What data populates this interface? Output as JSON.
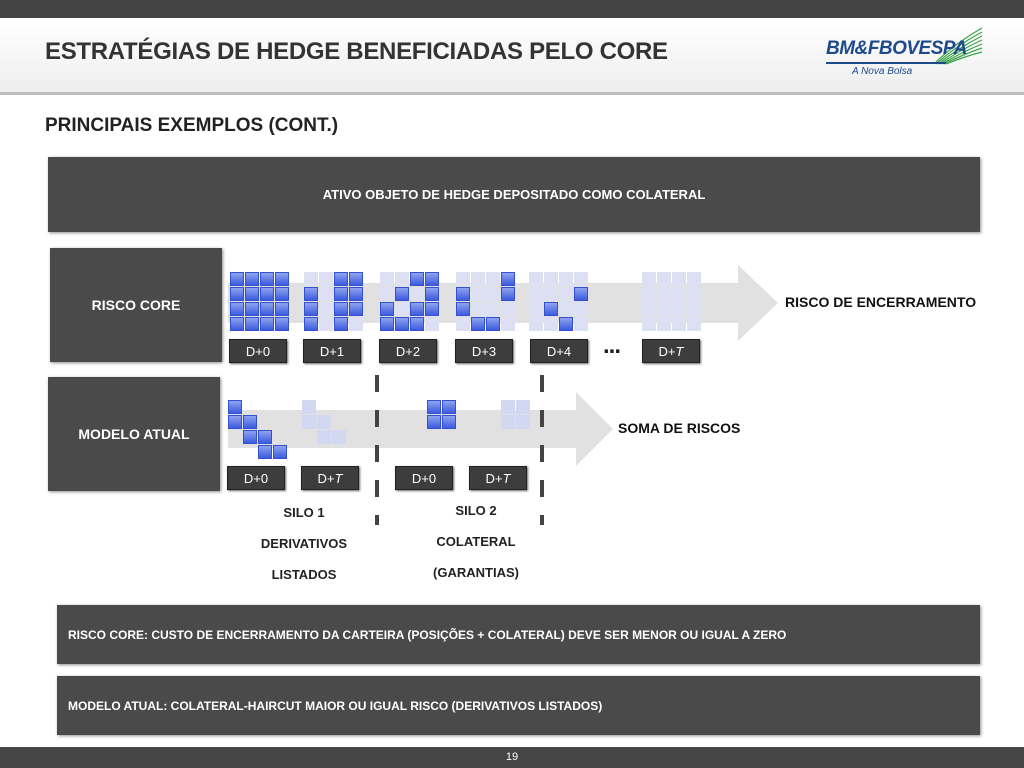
{
  "header": {
    "title": "ESTRATÉGIAS DE HEDGE BENEFICIADAS PELO CORE",
    "logo": {
      "name": "BM&FBOVESPA",
      "tagline": "A Nova Bolsa",
      "color": "#1e4a8c",
      "swoosh_color": "#3aa34a"
    }
  },
  "subtitle": "PRINCIPAIS EXEMPLOS (CONT.)",
  "banner": "ATIVO OBJETO DE HEDGE DEPOSITADO COMO COLATERAL",
  "core": {
    "label": "RISCO CORE",
    "result_label": "RISCO DE ENCERRAMENTO",
    "ellipsis": "...",
    "days": [
      {
        "prefix": "D+",
        "suffix": "0",
        "italic": false
      },
      {
        "prefix": "D+",
        "suffix": "1",
        "italic": false
      },
      {
        "prefix": "D+",
        "suffix": "2",
        "italic": false
      },
      {
        "prefix": "D+",
        "suffix": "3",
        "italic": false
      },
      {
        "prefix": "D+",
        "suffix": "4",
        "italic": false
      },
      {
        "prefix": "D+",
        "suffix": "T",
        "italic": true
      }
    ]
  },
  "atual": {
    "label": "MODELO ATUAL",
    "result_label": "SOMA DE RISCOS",
    "days": [
      {
        "prefix": "D+",
        "suffix": "0",
        "italic": false
      },
      {
        "prefix": "D+",
        "suffix": "T",
        "italic": true
      },
      {
        "prefix": "D+",
        "suffix": "0",
        "italic": false
      },
      {
        "prefix": "D+",
        "suffix": "T",
        "italic": true
      }
    ],
    "silos": [
      {
        "lines": [
          "SILO 1",
          "DERIVATIVOS",
          "LISTADOS"
        ]
      },
      {
        "lines": [
          "SILO 2",
          "COLATERAL",
          "(GARANTIAS)"
        ]
      }
    ]
  },
  "notes": {
    "core": "RISCO CORE: CUSTO DE ENCERRAMENTO DA CARTEIRA (POSIÇÕES + COLATERAL) DEVE SER MENOR OU IGUAL A ZERO",
    "atual": "MODELO ATUAL: COLATERAL-HAIRCUT MAIOR OU IGUAL RISCO (DERIVATIVOS LISTADOS)"
  },
  "footer": {
    "page_number": "19"
  },
  "colors": {
    "panel": "#4a4a4a",
    "cell_on": "#3d5be0",
    "cell_off": "#dde0f3",
    "arrow": "#e1e1e1"
  }
}
